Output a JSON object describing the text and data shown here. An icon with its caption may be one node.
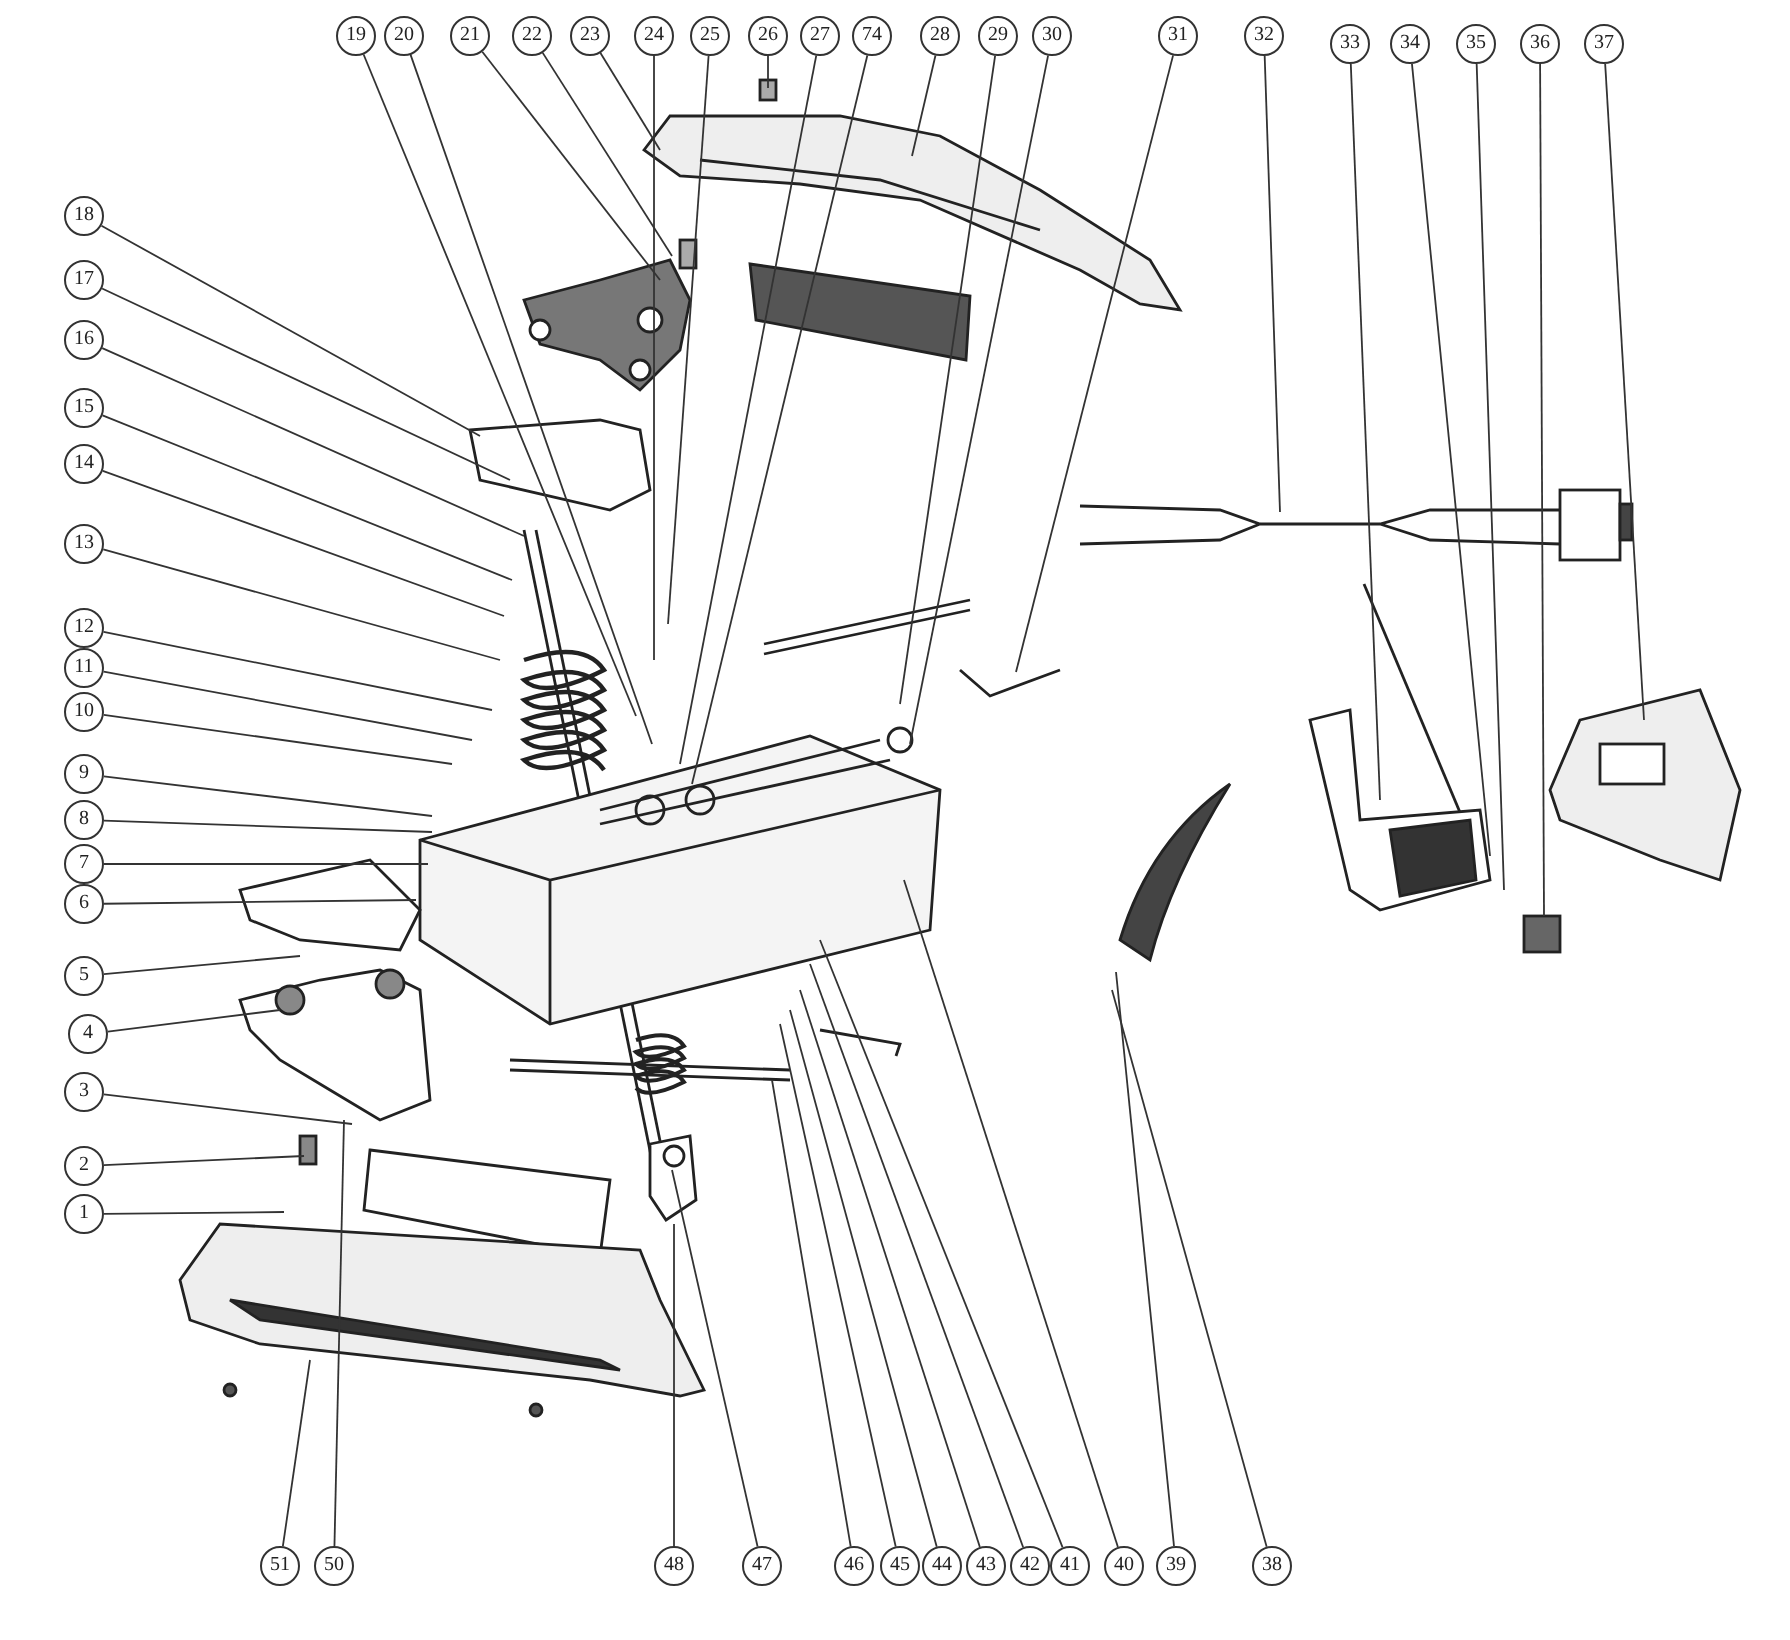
{
  "diagram": {
    "nodes": [
      {
        "text": [
          "19"
        ]
      },
      {
        "text": [
          "20"
        ]
      },
      {
        "text": [
          "21"
        ]
      },
      {
        "text": [
          "22"
        ]
      },
      {
        "text": [
          "23"
        ]
      },
      {
        "text": [
          "24"
        ]
      },
      {
        "text": [
          "25"
        ]
      },
      {
        "text": [
          "26"
        ]
      },
      {
        "text": [
          "27"
        ]
      },
      {
        "text": [
          "74"
        ]
      },
      {
        "text": [
          "28"
        ]
      },
      {
        "text": [
          "29"
        ]
      },
      {
        "text": [
          "30"
        ]
      },
      {
        "text": [
          "31"
        ]
      },
      {
        "text": [
          "32"
        ]
      },
      {
        "text": [
          "33"
        ]
      },
      {
        "text": [
          "34"
        ]
      },
      {
        "text": [
          "35"
        ]
      },
      {
        "text": [
          "36"
        ]
      },
      {
        "text": [
          "37"
        ]
      },
      {
        "text": [
          "18"
        ]
      },
      {
        "text": [
          "17"
        ]
      },
      {
        "text": [
          "16"
        ]
      },
      {
        "text": [
          "15"
        ]
      },
      {
        "text": [
          "14"
        ]
      },
      {
        "text": [
          "13"
        ]
      },
      {
        "text": [
          "12"
        ]
      },
      {
        "text": [
          "11"
        ]
      },
      {
        "text": [
          "10"
        ]
      },
      {
        "text": [
          "9"
        ]
      },
      {
        "text": [
          "8"
        ]
      },
      {
        "text": [
          "7"
        ]
      },
      {
        "text": [
          "6"
        ]
      },
      {
        "text": [
          "5"
        ]
      },
      {
        "text": [
          "4"
        ]
      },
      {
        "text": [
          "3"
        ]
      },
      {
        "text": [
          "2"
        ]
      },
      {
        "text": [
          "1"
        ]
      },
      {
        "text": [
          "51"
        ]
      },
      {
        "text": [
          "50"
        ]
      },
      {
        "text": [
          "48"
        ]
      },
      {
        "text": [
          "47"
        ]
      },
      {
        "text": [
          "46"
        ]
      },
      {
        "text": [
          "45"
        ]
      },
      {
        "text": [
          "44"
        ]
      },
      {
        "text": [
          "43"
        ]
      },
      {
        "text": [
          "42"
        ]
      },
      {
        "text": [
          "41"
        ]
      },
      {
        "text": [
          "40"
        ]
      },
      {
        "text": [
          "39"
        ]
      },
      {
        "text": [
          "38"
        ]
      }
    ],
    "edges": [
      {
        "from": 0,
        "to": null,
        "arrow": "none"
      },
      {
        "from": 1,
        "to": null,
        "arrow": "none"
      },
      {
        "from": 2,
        "to": null,
        "arrow": "none"
      },
      {
        "from": 3,
        "to": null,
        "arrow": "none"
      },
      {
        "from": 4,
        "to": null,
        "arrow": "none"
      },
      {
        "from": 5,
        "to": null,
        "arrow": "none"
      },
      {
        "from": 6,
        "to": null,
        "arrow": "none"
      },
      {
        "from": 7,
        "to": null,
        "arrow": "none"
      },
      {
        "from": 8,
        "to": null,
        "arrow": "none"
      },
      {
        "from": 9,
        "to": null,
        "arrow": "none"
      },
      {
        "from": 10,
        "to": null,
        "arrow": "none"
      },
      {
        "from": 11,
        "to": null,
        "arrow": "none"
      },
      {
        "from": 12,
        "to": null,
        "arrow": "none"
      },
      {
        "from": 13,
        "to": null,
        "arrow": "none"
      },
      {
        "from": 14,
        "to": null,
        "arrow": "none"
      },
      {
        "from": 15,
        "to": null,
        "arrow": "none"
      },
      {
        "from": 16,
        "to": null,
        "arrow": "none"
      },
      {
        "from": 17,
        "to": null,
        "arrow": "none"
      },
      {
        "from": 18,
        "to": null,
        "arrow": "none"
      },
      {
        "from": 19,
        "to": null,
        "arrow": "none"
      },
      {
        "from": 20,
        "to": null,
        "arrow": "none"
      },
      {
        "from": 21,
        "to": null,
        "arrow": "none"
      },
      {
        "from": 22,
        "to": null,
        "arrow": "none"
      },
      {
        "from": 23,
        "to": null,
        "arrow": "none"
      },
      {
        "from": 24,
        "to": null,
        "arrow": "none"
      },
      {
        "from": 25,
        "to": null,
        "arrow": "none"
      },
      {
        "from": 26,
        "to": null,
        "arrow": "none"
      },
      {
        "from": 27,
        "to": null,
        "arrow": "none"
      },
      {
        "from": 28,
        "to": null,
        "arrow": "none"
      },
      {
        "from": 29,
        "to": null,
        "arrow": "none"
      },
      {
        "from": 30,
        "to": null,
        "arrow": "none"
      },
      {
        "from": 31,
        "to": null,
        "arrow": "none"
      },
      {
        "from": 32,
        "to": null,
        "arrow": "none"
      },
      {
        "from": 33,
        "to": null,
        "arrow": "none"
      },
      {
        "from": 34,
        "to": null,
        "arrow": "none"
      },
      {
        "from": 35,
        "to": null,
        "arrow": "none"
      },
      {
        "from": 36,
        "to": null,
        "arrow": "none"
      },
      {
        "from": 37,
        "to": null,
        "arrow": "none"
      },
      {
        "from": 38,
        "to": null,
        "arrow": "none"
      },
      {
        "from": 39,
        "to": null,
        "arrow": "none"
      },
      {
        "from": 40,
        "to": null,
        "arrow": "none"
      },
      {
        "from": 41,
        "to": null,
        "arrow": "none"
      },
      {
        "from": 42,
        "to": null,
        "arrow": "none"
      },
      {
        "from": 43,
        "to": null,
        "arrow": "none"
      },
      {
        "from": 44,
        "to": null,
        "arrow": "none"
      },
      {
        "from": 45,
        "to": null,
        "arrow": "none"
      },
      {
        "from": 46,
        "to": null,
        "arrow": "none"
      },
      {
        "from": 47,
        "to": null,
        "arrow": "none"
      },
      {
        "from": 48,
        "to": null,
        "arrow": "none"
      },
      {
        "from": 49,
        "to": null,
        "arrow": "none"
      },
      {
        "from": 50,
        "to": null,
        "arrow": "none"
      }
    ]
  }
}
